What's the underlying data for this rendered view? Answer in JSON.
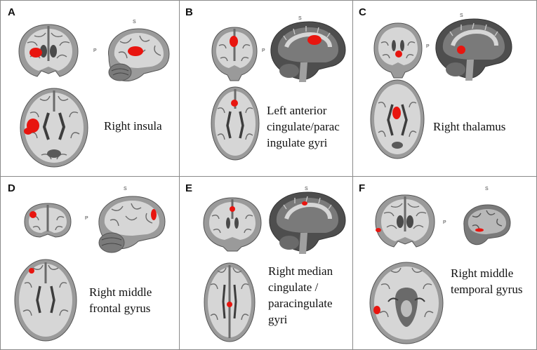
{
  "figure": {
    "orientation_labels": {
      "superior": "S",
      "posterior": "P"
    },
    "panels": [
      {
        "letter": "A",
        "label": "Right insula"
      },
      {
        "letter": "B",
        "label": "Left anterior\ncingulate/parac\ningulate gyri"
      },
      {
        "letter": "C",
        "label": "Right thalamus"
      },
      {
        "letter": "D",
        "label": "Right middle\nfrontal gyrus"
      },
      {
        "letter": "E",
        "label": "Right median\ncingulate /\nparacingulate\ngyri"
      },
      {
        "letter": "F",
        "label": "Right middle\ntemporal gyrus"
      }
    ]
  },
  "colors": {
    "activation": "#e8150f",
    "brain_gray": "#8f8f8f",
    "brain_light": "#d9d9d9",
    "brain_dark": "#3d3d3d",
    "border": "#8a8a8a"
  }
}
